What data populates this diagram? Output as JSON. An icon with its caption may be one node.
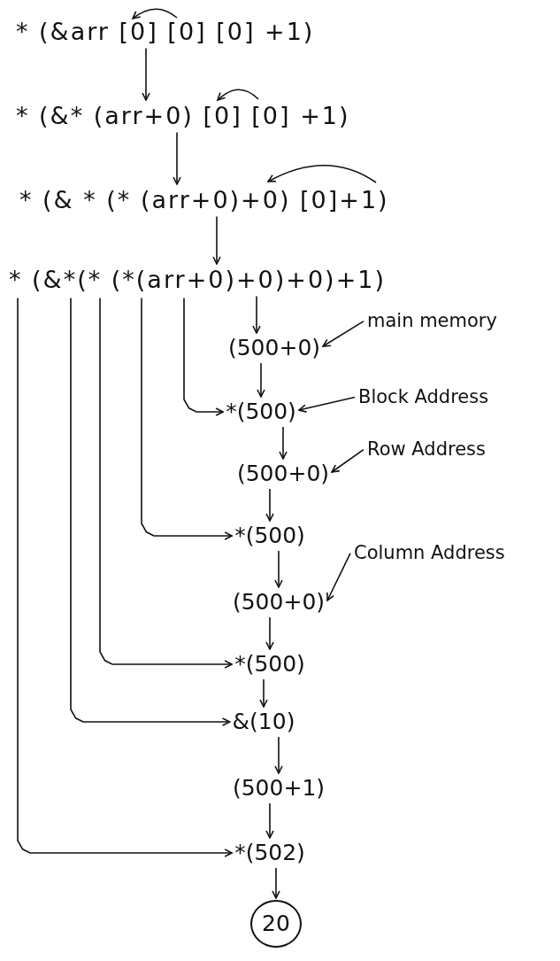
{
  "diagram": {
    "nodes": [
      {
        "text": [
          "* (&arr [0] [0] [0] +1)"
        ]
      },
      {
        "text": [
          "* (&* (arr+0) [0] [0] +1)"
        ]
      },
      {
        "text": [
          "* (& * (* (arr+0)+0) [0]+1)"
        ]
      },
      {
        "text": [
          "* (&*(* (*(arr+0)+0)+0)+1)"
        ]
      },
      {
        "text": [
          "(500+0)"
        ]
      },
      {
        "text": [
          "*(500)"
        ]
      },
      {
        "text": [
          "(500+0)"
        ]
      },
      {
        "text": [
          "*(500)"
        ]
      },
      {
        "text": [
          "(500+0)"
        ]
      },
      {
        "text": [
          "*(500)"
        ]
      },
      {
        "text": [
          "&(10)"
        ]
      },
      {
        "text": [
          "(500+1)"
        ]
      },
      {
        "text": [
          "*(502)"
        ]
      },
      {
        "text": [
          "20"
        ]
      },
      {
        "text": [
          "main memory"
        ]
      },
      {
        "text": [
          "Block Address"
        ]
      },
      {
        "text": [
          "Row Address"
        ]
      },
      {
        "text": [
          "Column Address"
        ]
      }
    ],
    "edges": [
      {
        "from": 0,
        "to": 1,
        "arrow": "to"
      },
      {
        "from": 1,
        "to": 2,
        "arrow": "to"
      },
      {
        "from": 2,
        "to": 3,
        "arrow": "to"
      },
      {
        "from": 3,
        "to": 4,
        "arrow": "to"
      },
      {
        "from": 4,
        "to": 5,
        "arrow": "to"
      },
      {
        "from": 5,
        "to": 6,
        "arrow": "to"
      },
      {
        "from": 6,
        "to": 7,
        "arrow": "to"
      },
      {
        "from": 7,
        "to": 8,
        "arrow": "to"
      },
      {
        "from": 8,
        "to": 9,
        "arrow": "to"
      },
      {
        "from": 9,
        "to": 10,
        "arrow": "to"
      },
      {
        "from": 10,
        "to": 11,
        "arrow": "to"
      },
      {
        "from": 11,
        "to": 12,
        "arrow": "to"
      },
      {
        "from": 12,
        "to": 13,
        "arrow": "to"
      },
      {
        "from": 3,
        "to": 5,
        "arrow": "to"
      },
      {
        "from": 3,
        "to": 7,
        "arrow": "to"
      },
      {
        "from": 3,
        "to": 9,
        "arrow": "to"
      },
      {
        "from": 3,
        "to": 10,
        "arrow": "to"
      },
      {
        "from": 3,
        "to": 12,
        "arrow": "to"
      },
      {
        "from": 14,
        "to": 4,
        "arrow": "to"
      },
      {
        "from": 15,
        "to": 5,
        "arrow": "to"
      },
      {
        "from": 16,
        "to": 6,
        "arrow": "to"
      },
      {
        "from": 17,
        "to": 8,
        "arrow": "to"
      }
    ]
  }
}
